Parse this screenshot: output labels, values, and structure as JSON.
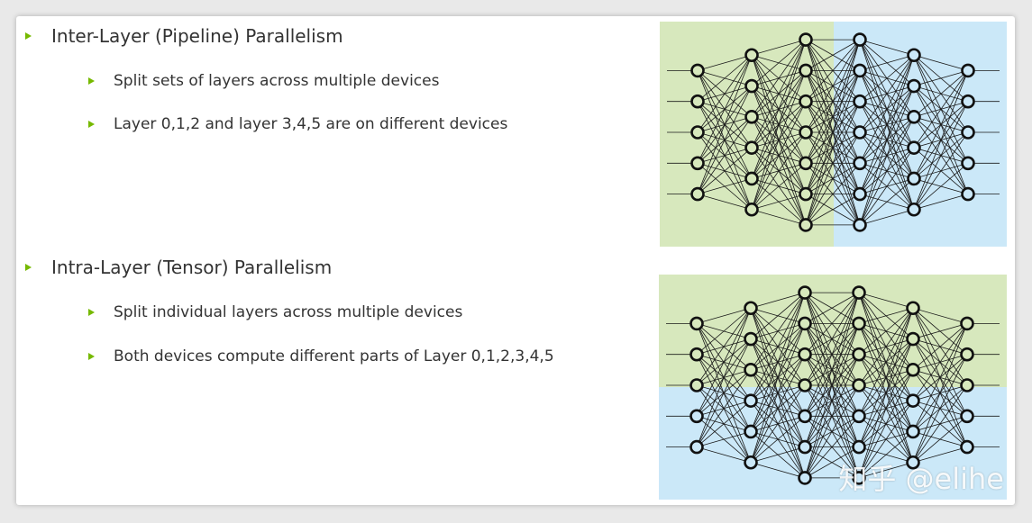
{
  "section1": {
    "title": "Inter-Layer (Pipeline) Parallelism",
    "points": [
      "Split sets of layers across multiple devices",
      "Layer 0,1,2 and layer 3,4,5 are on different devices"
    ]
  },
  "section2": {
    "title": "Intra-Layer (Tensor) Parallelism",
    "points": [
      "Split individual layers across multiple devices",
      "Both devices compute different parts of Layer 0,1,2,3,4,5"
    ]
  },
  "watermark": "知乎 @elihe",
  "colors": {
    "accent": "#76b900",
    "device_green": "#d7e8bd",
    "device_blue": "#cbe8f8",
    "node_stroke": "#111111",
    "edge": "#1a1a1a"
  },
  "network": {
    "layer_node_counts": [
      5,
      6,
      7,
      7,
      6,
      5
    ]
  }
}
